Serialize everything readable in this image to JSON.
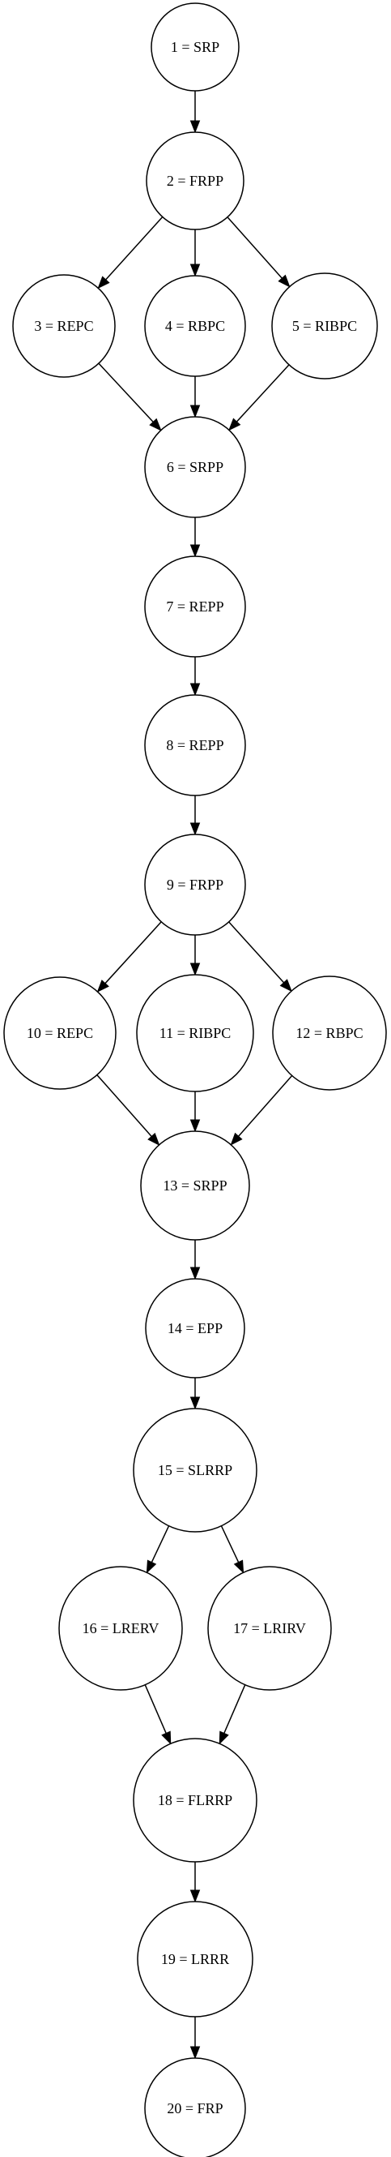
{
  "nodes": [
    {
      "id": 1,
      "label": "1 = SRP"
    },
    {
      "id": 2,
      "label": "2 = FRPP"
    },
    {
      "id": 3,
      "label": "3 = REPC"
    },
    {
      "id": 4,
      "label": "4 = RBPC"
    },
    {
      "id": 5,
      "label": "5 = RIBPC"
    },
    {
      "id": 6,
      "label": "6 = SRPP"
    },
    {
      "id": 7,
      "label": "7 = REPP"
    },
    {
      "id": 8,
      "label": "8 = REPP"
    },
    {
      "id": 9,
      "label": "9 = FRPP"
    },
    {
      "id": 10,
      "label": "10 = REPC"
    },
    {
      "id": 11,
      "label": "11 = RIBPC"
    },
    {
      "id": 12,
      "label": "12 = RBPC"
    },
    {
      "id": 13,
      "label": "13 = SRPP"
    },
    {
      "id": 14,
      "label": "14 = EPP"
    },
    {
      "id": 15,
      "label": "15 = SLRRP"
    },
    {
      "id": 16,
      "label": "16 = LRERV"
    },
    {
      "id": 17,
      "label": "17 = LRIRV"
    },
    {
      "id": 18,
      "label": "18 = FLRRP"
    },
    {
      "id": 19,
      "label": "19 = LRRR"
    },
    {
      "id": 20,
      "label": "20 = FRP"
    }
  ],
  "edges": [
    {
      "from": 1,
      "to": 2
    },
    {
      "from": 2,
      "to": 3
    },
    {
      "from": 2,
      "to": 4
    },
    {
      "from": 2,
      "to": 5
    },
    {
      "from": 3,
      "to": 6
    },
    {
      "from": 4,
      "to": 6
    },
    {
      "from": 5,
      "to": 6
    },
    {
      "from": 6,
      "to": 7
    },
    {
      "from": 7,
      "to": 8
    },
    {
      "from": 8,
      "to": 9
    },
    {
      "from": 9,
      "to": 10
    },
    {
      "from": 9,
      "to": 11
    },
    {
      "from": 9,
      "to": 12
    },
    {
      "from": 10,
      "to": 13
    },
    {
      "from": 11,
      "to": 13
    },
    {
      "from": 12,
      "to": 13
    },
    {
      "from": 13,
      "to": 14
    },
    {
      "from": 14,
      "to": 15
    },
    {
      "from": 15,
      "to": 16
    },
    {
      "from": 15,
      "to": 17
    },
    {
      "from": 16,
      "to": 18
    },
    {
      "from": 17,
      "to": 18
    },
    {
      "from": 18,
      "to": 19
    },
    {
      "from": 19,
      "to": 20
    }
  ]
}
